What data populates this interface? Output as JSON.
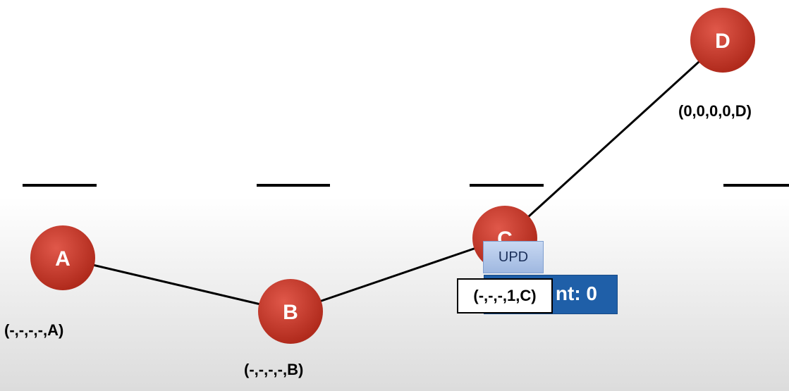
{
  "nodes": [
    {
      "id": "A",
      "letter": "A",
      "tuple": "(-,-,-,-,A)"
    },
    {
      "id": "B",
      "letter": "B",
      "tuple": "(-,-,-,-,B)"
    },
    {
      "id": "C",
      "letter": "C",
      "tuple": "(-,-,-,1,C)"
    },
    {
      "id": "D",
      "letter": "D",
      "tuple": "(0,0,0,0,D)"
    }
  ],
  "upd_label": "UPD",
  "counter_label": "nt: 0",
  "colors": {
    "node_fill": "#c0392b",
    "node_fill_light": "#e0584a",
    "counter_fill": "#1f5fa8",
    "line": "#000000"
  }
}
